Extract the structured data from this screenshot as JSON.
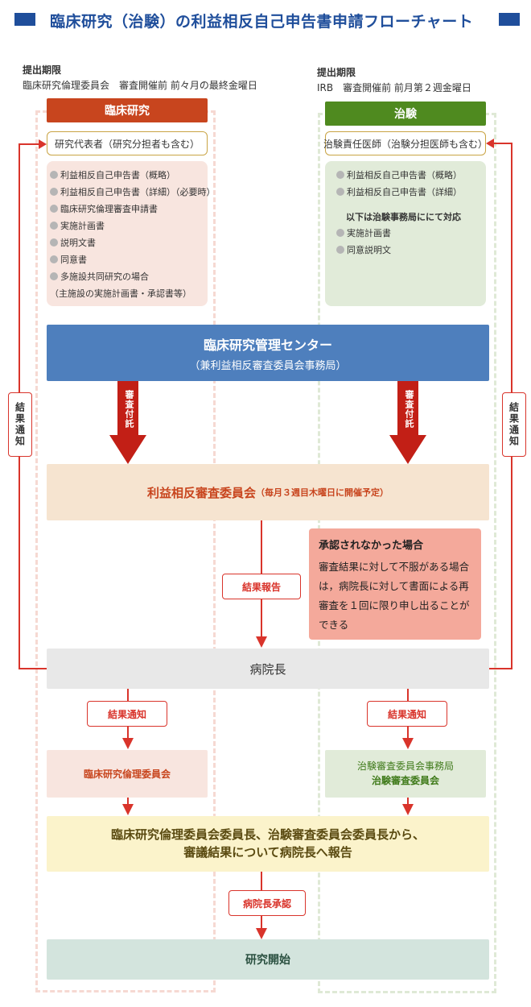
{
  "title": "臨床研究（治験）の利益相反自己申告書申請フローチャート",
  "deadlines": {
    "left_heading": "提出期限",
    "left_text": "臨床研究倫理委員会　審査開催前 前々月の最終金曜日",
    "right_heading": "提出期限",
    "right_text": "IRB　審査開催前 前月第２週金曜日"
  },
  "clinical": {
    "header": "臨床研究",
    "role": "研究代表者（研究分担者も含む）",
    "docs": [
      "利益相反自己申告書（概略）",
      "利益相反自己申告書（詳細）（必要時）",
      "臨床研究倫理審査申請書",
      "実施計画書",
      "説明文書",
      "同意書",
      "多施設共同研究の場合"
    ],
    "docs_note": "（主施設の実施計画書・承認書等）"
  },
  "trial": {
    "header": "治験",
    "role": "治験責任医師（治験分担医師も含む）",
    "docs": [
      "利益相反自己申告書（概略）",
      "利益相反自己申告書（詳細）"
    ],
    "office_note": "以下は治験事務局ににて対応",
    "office_docs": [
      "実施計画書",
      "同意説明文"
    ]
  },
  "center": {
    "title": "臨床研究管理センター",
    "subtitle": "（兼利益相反審査委員会事務局）"
  },
  "referral_label": "審査付託",
  "committee": {
    "name": "利益相反審査委員会",
    "schedule": "（毎月３週目木曜日に開催予定）"
  },
  "rejection": {
    "title": "承認されなかった場合",
    "body": "審査結果に対して不服がある場合は，病院長に対して書面による再審査を１回に限り申し出ることができる"
  },
  "result_report_label": "結果報告",
  "result_notice_vertical": "結果通知",
  "director": "病院長",
  "result_notice_label": "結果通知",
  "ethics_committee": "臨床研究倫理委員会",
  "irb": {
    "office": "治験審査委員会事務局",
    "committee": "治験審査委員会"
  },
  "report": {
    "line1": "臨床研究倫理委員会委員長、治験審査委員会委員長から、",
    "line2": "審議結果について病院長へ報告"
  },
  "approval_label": "病院長承認",
  "start": "研究開始",
  "colors": {
    "title_blue": "#1f4e9b",
    "clinical_red": "#c8451e",
    "trial_green": "#4f8a1f",
    "center_blue": "#4e7fbd",
    "arrow_red": "#d9342b"
  }
}
